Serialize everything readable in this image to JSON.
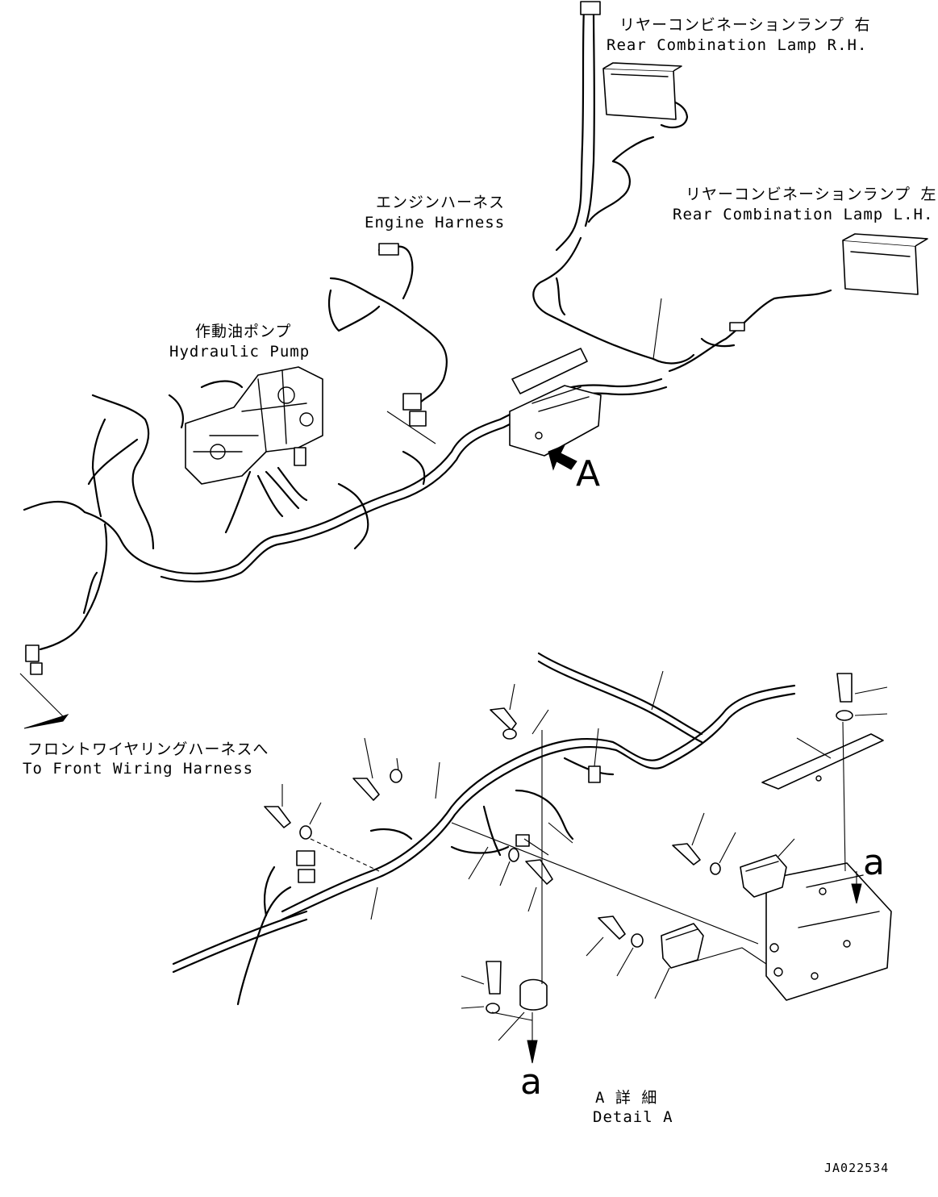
{
  "labels": {
    "rear_lamp_rh_jp": "リヤーコンビネーションランプ 右",
    "rear_lamp_rh_en": "Rear Combination Lamp R.H.",
    "rear_lamp_lh_jp": "リヤーコンビネーションランプ 左",
    "rear_lamp_lh_en": "Rear Combination Lamp L.H.",
    "engine_harness_jp": "エンジンハーネス",
    "engine_harness_en": "Engine Harness",
    "hydraulic_pump_jp": "作動油ポンプ",
    "hydraulic_pump_en": "Hydraulic Pump",
    "front_harness_jp": "フロントワイヤリングハーネスへ",
    "front_harness_en": "To Front Wiring Harness",
    "view_marker": "A",
    "detail_jp": "A 詳 細",
    "detail_en": "Detail A",
    "ref_a_upper": "a",
    "ref_a_lower": "a",
    "drawing_code": "JA022534"
  }
}
